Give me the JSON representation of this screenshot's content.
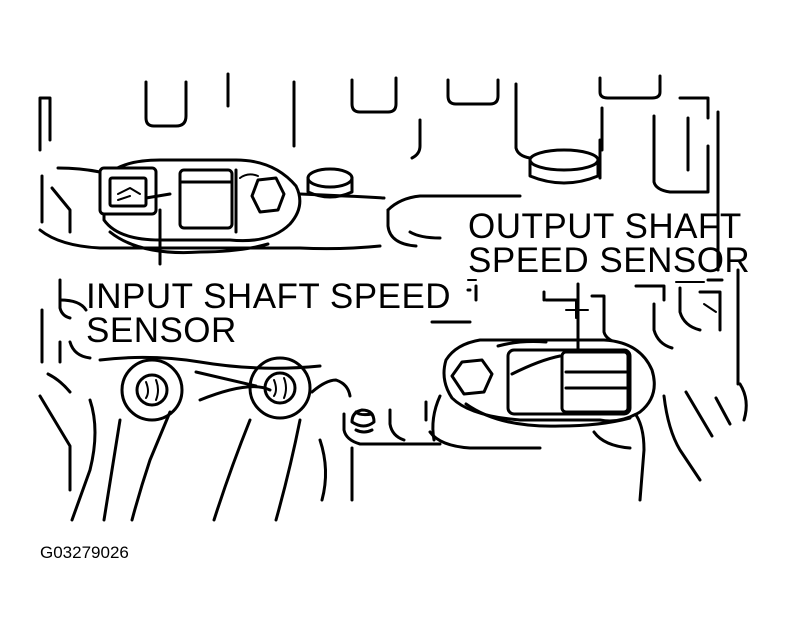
{
  "labels": {
    "input_sensor_line1": "INPUT SHAFT SPEED",
    "input_sensor_line2": "SENSOR",
    "output_sensor_line1": "OUTPUT SHAFT",
    "output_sensor_line2": "SPEED SENSOR"
  },
  "figure_code": "G03279026",
  "colors": {
    "line": "#000000",
    "background": "#ffffff"
  }
}
